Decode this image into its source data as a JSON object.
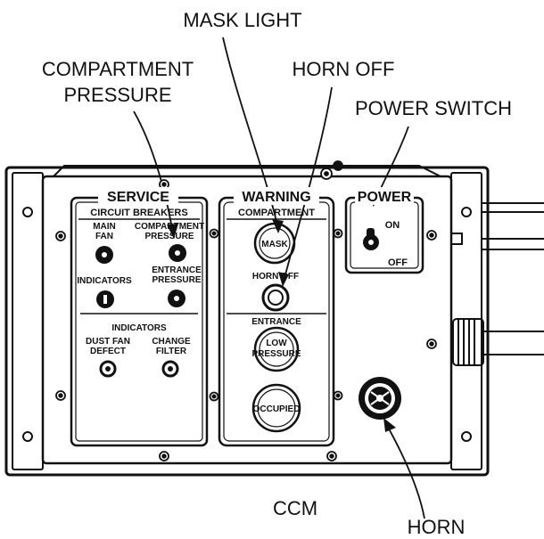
{
  "callouts": {
    "mask_light": "MASK LIGHT",
    "compartment_pressure_1": "COMPARTMENT",
    "compartment_pressure_2": "PRESSURE",
    "horn_off": "HORN OFF",
    "power_switch": "POWER SWITCH",
    "ccm": "CCM",
    "horn": "HORN"
  },
  "service_panel": {
    "title": "SERVICE",
    "subtitle": "CIRCUIT BREAKERS",
    "main_fan_1": "MAIN",
    "main_fan_2": "FAN",
    "compartment_1": "COMPARTMENT",
    "compartment_2": "PRESSURE",
    "indicators_breaker": "INDICATORS",
    "entrance_1": "ENTRANCE",
    "entrance_2": "PRESSURE",
    "indicators_heading": "INDICATORS",
    "dust_fan_1": "DUST FAN",
    "dust_fan_2": "DEFECT",
    "change_filter_1": "CHANGE",
    "change_filter_2": "FILTER"
  },
  "warning_panel": {
    "title": "WARNING",
    "subtitle": "COMPARTMENT",
    "mask": "MASK",
    "horn_off": "HORN OFF",
    "entrance": "ENTRANCE",
    "low_pressure_1": "LOW",
    "low_pressure_2": "PRESSURE",
    "occupied": "OCCUPIED"
  },
  "power_panel": {
    "title": "POWER",
    "on": "ON",
    "off": "OFF"
  }
}
